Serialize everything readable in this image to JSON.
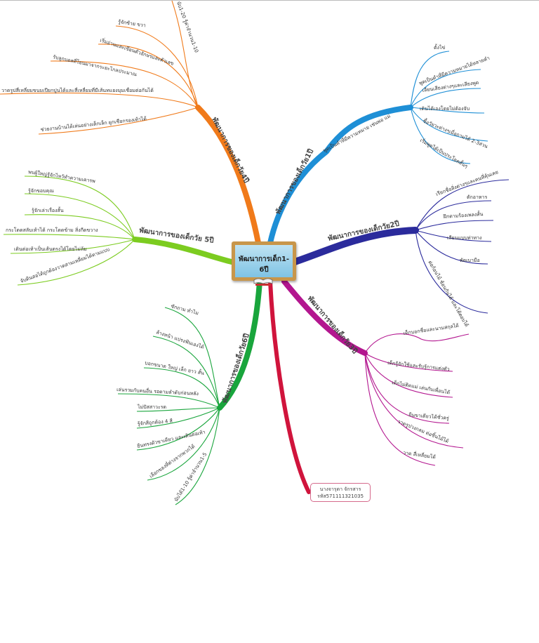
{
  "center": {
    "title": "พัฒนาการเด็ก1-6ปี"
  },
  "author": {
    "name": "นางจารุดา จักรสาร",
    "code": "รหัส571111321035"
  },
  "colors": {
    "age4": "#f07a1a",
    "age1": "#1e8fd6",
    "age2": "#2b2b9c",
    "age3": "#b3168f",
    "age6": "#19a53c",
    "age5": "#7ccc20",
    "author": "#d0143c"
  },
  "branches": {
    "age4": {
      "label": "พัฒนาการของเด็กวัย4ปี",
      "leaves": [
        "นับ1-20 รู้ค่าจำนวน1-10",
        "รู้จักซ้าย ขวา",
        "เริ่มอ่านและเขียนตัวอักษรและตัวเลข",
        "รับลูกบอลที่โยนมาจากระยะไกลประมาณ",
        "วาดรูปสี่เหลี่ยมขนมเปียกปูนได้และสี่เหลี่ยมที่มีเส้นทแยงมุมเชื่อมต่อกันได้",
        "ช่วยงานบ้านได้เล่นอย่างเด็กเล็ก ผูกเชือกรองเท้าได้"
      ]
    },
    "age1": {
      "label": "พัฒนาการของเด็กวัย1ปี",
      "sublabel": "พูดเป็นคำที่มีความหมาย เช่นพ่อ แม่",
      "leaves": [
        "ตั้งไข่",
        "พูดเป็นคำที่มีความหมายได้หลายคำ",
        "เลียนเสียงต่างๆและเสียงพูด",
        "เดินได้เองโดยไม่ต้องจับ",
        "ชี้อวัยวะต่างๆเมื่อถามได้ 2-3ส่วน",
        "เริ่มพูดได้เป็นประโยคสั้นๆ"
      ]
    },
    "age2": {
      "label": "พัฒนาการของเด็กวัย2ปี",
      "leaves": [
        "เรียกชื่อสิ่งต่างๆและคนที่คุ้นเคย",
        "ตักอาหาร",
        "ฝึกตามร้องเพลงสั้น",
        "เลียนแบบท่าทาง",
        "พัดเบามือ",
        "ต่อก้อนไม้ ซ้อนกันได้ และโต้ตอบได้"
      ]
    },
    "age3": {
      "label": "พัฒนาการของเด็กวัย3ปี",
      "leaves": [
        "เด็กบอกชื่อและนามสกุลได้",
        "เด็กรู้จักใช้และรับรู้การแต่งตัว",
        "เด็กไม่ติดแม่ เล่นกับเพื่อนได้",
        "ยืนขาเดียวได้ชั่วครู่",
        "วาดรูปวงกลม ต่อชิ้นไม้ได้",
        "วาด สี่เหลี่ยมได้"
      ]
    },
    "age6": {
      "label": "พัฒนาการของเด็กวัย6ปี",
      "leaves": [
        "ซักถาม ทำไม",
        "ล้างหน้า แปรงฟันเองได้",
        "บอกขนาด ใหญ่ เล็ก ยาว สั้น",
        "เล่นรวมกับคนอื่น รอตามลำดับก่อนหลัง",
        "ไม่ปัสสาวะรด",
        "รู้จักสีถูกต้อง 4 สี",
        "ยืนทรงตัวขาเดียว และเดินต่อเท้า",
        "เลือกของที่ต่างจากพวกได้",
        "นับได้1-10 รู้ค่าจำนวน1-5"
      ]
    },
    "age5": {
      "label": "พัฒนาการของเด็กวัย 5ปี",
      "leaves": [
        "พบผู้ใหญ่รู้จักไหว้ทำความเคารพ",
        "รู้จักขอบคุณ",
        "รู้จักเล่าเรื่องสั้น",
        "กระโดดสลับเท้าได้ กระโดดข้าม สิ่งกีดขวาง",
        "เดินต่อเท้าเป็นเส้นตรงได้โดยไม่ล้ม",
        "จับดินสอได้ถูกต้องวาดสามเหลี่ยมได้ตามแบบ"
      ]
    }
  }
}
